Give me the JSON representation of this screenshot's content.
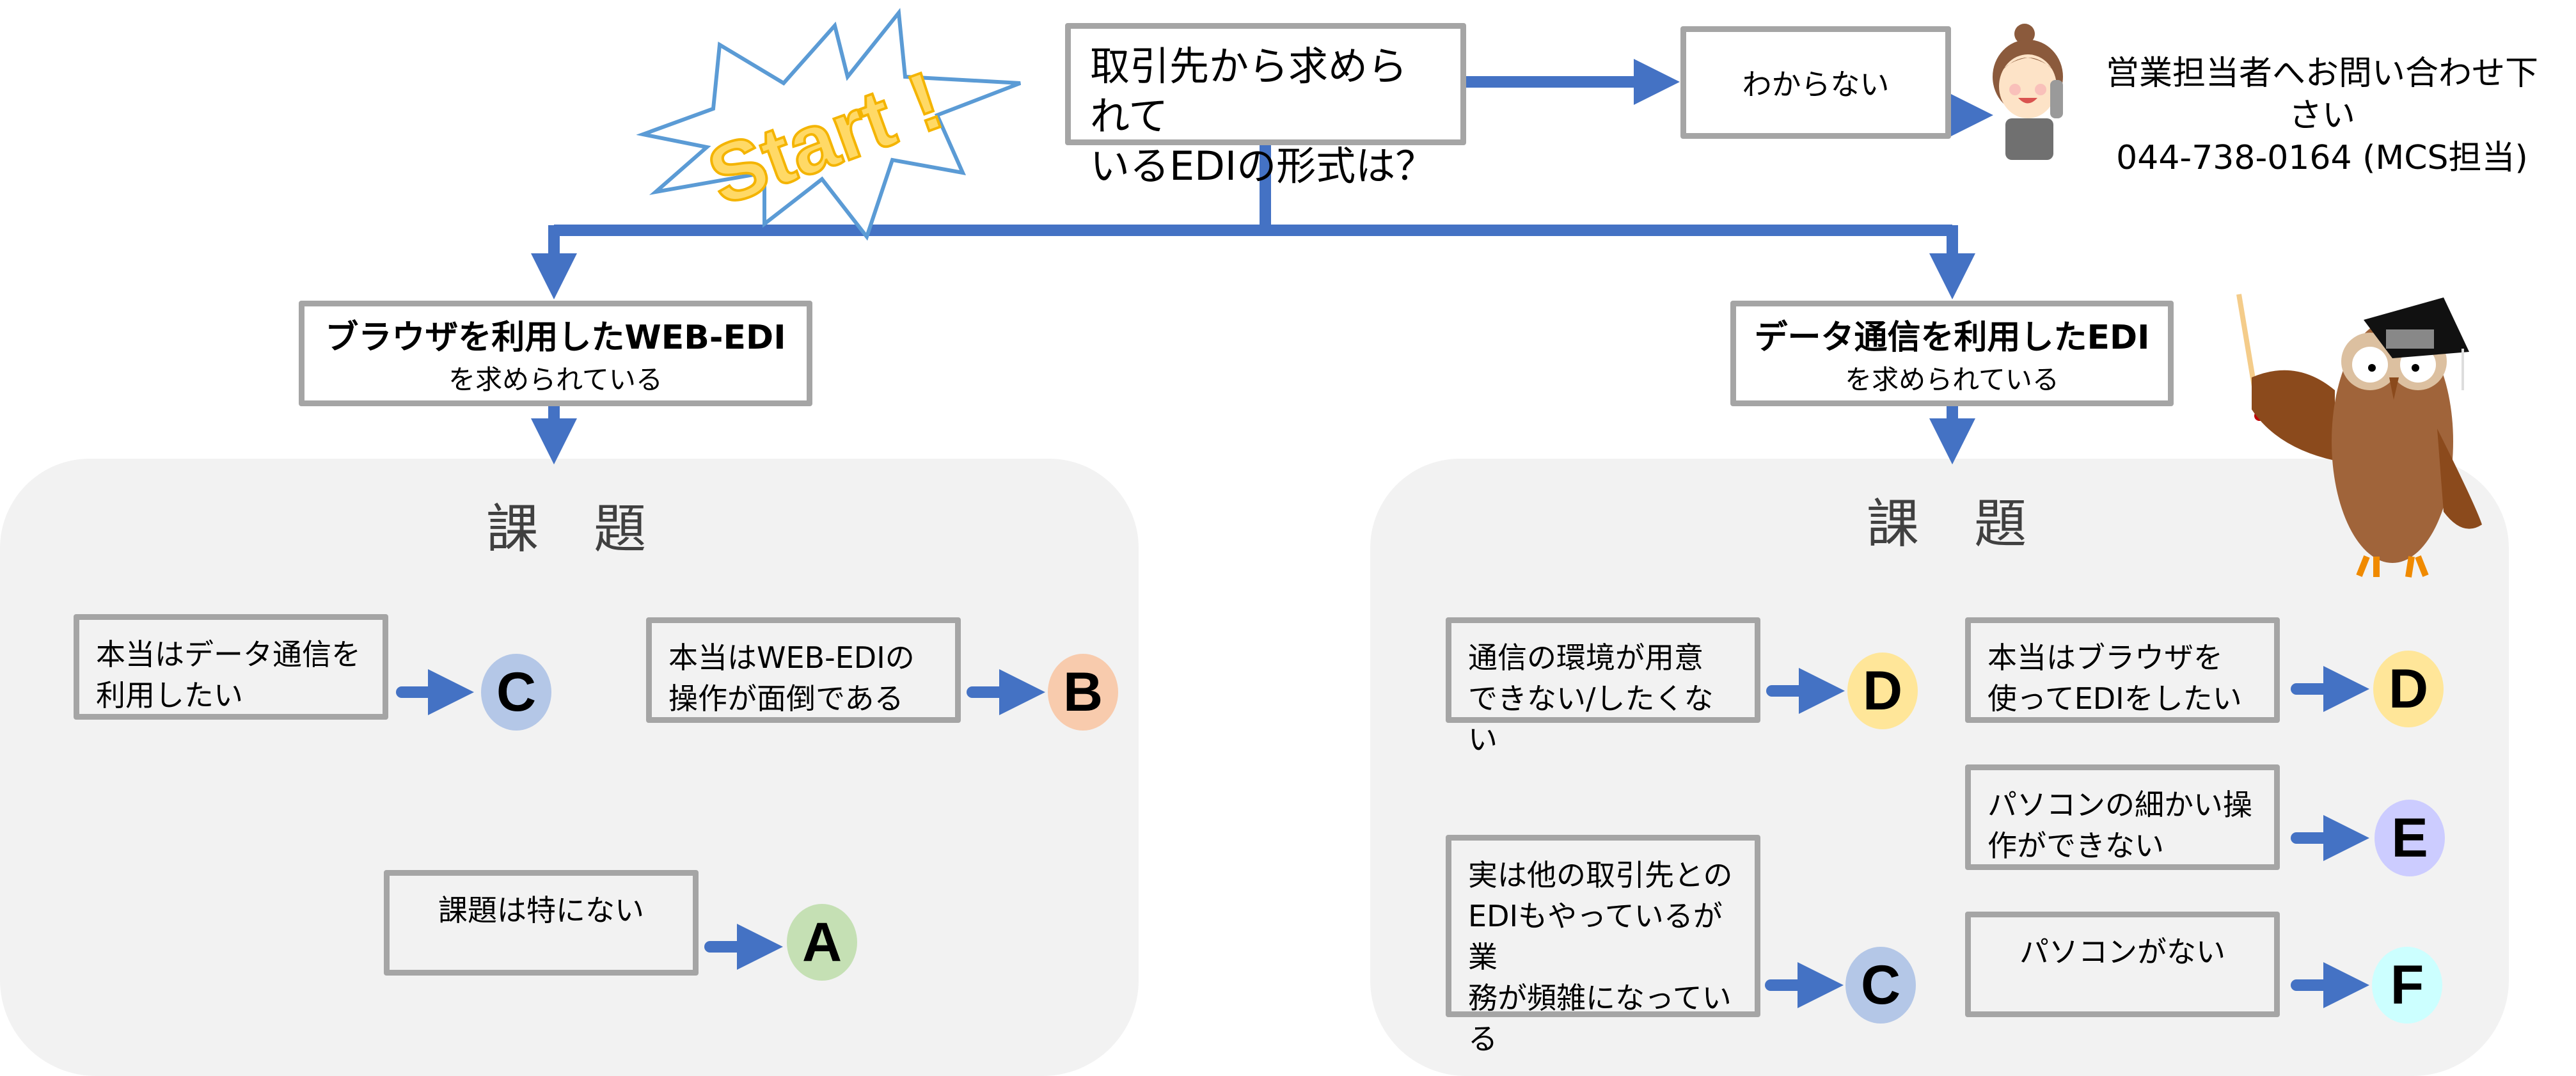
{
  "start_burst": {
    "label": "Start !"
  },
  "question": {
    "line1": "取引先から求められて",
    "line2": "いるEDIの形式は？"
  },
  "unknown": {
    "label": "わからない",
    "contact_line1": "営業担当者へお問い合わせ下さい",
    "contact_line2": "044-738-0164 (MCS担当)"
  },
  "branches": {
    "web_edi": {
      "title": "ブラウザを利用したWEB-EDI",
      "subtitle": "を求められている",
      "panel_title": "課 題",
      "issues": [
        {
          "line1": "本当はデータ通信を",
          "line2": "利用したい",
          "result": "C"
        },
        {
          "line1": "本当はWEB-EDIの",
          "line2": "操作が面倒である",
          "result": "B"
        },
        {
          "line1": "課題は特にない",
          "result": "A"
        }
      ]
    },
    "data_edi": {
      "title": "データ通信を利用したEDI",
      "subtitle": "を求められている",
      "panel_title": "課 題",
      "issues": [
        {
          "line1": "通信の環境が用意",
          "line2": "できない/したくない",
          "result": "D"
        },
        {
          "line1": "本当はブラウザを",
          "line2": "使ってEDIをしたい",
          "result": "D"
        },
        {
          "line1": "パソコンの細かい操",
          "line2": "作ができない",
          "result": "E"
        },
        {
          "line1": "実は他の取引先との",
          "line2": "EDIもやっているが業",
          "line3": "務が頻雑になってい",
          "line4": "る",
          "result": "C"
        },
        {
          "line1": "パソコンがない",
          "result": "F"
        }
      ]
    }
  },
  "colors": {
    "arrow": "#4472c4",
    "box_border": "#a5a5a5",
    "panel_bg": "#f2f2f2",
    "badge_A": "#c5e0b4",
    "badge_B": "#f8cbad",
    "badge_C": "#b4c7e7",
    "badge_D": "#ffe699",
    "badge_E": "#ccccff",
    "badge_F": "#ccffff"
  }
}
